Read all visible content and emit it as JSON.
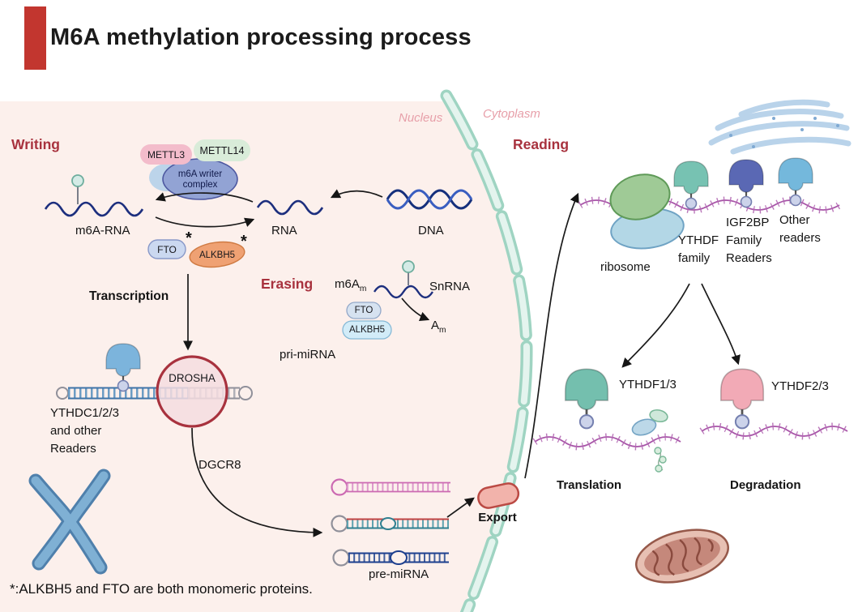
{
  "header": {
    "title": "M6A methylation processing process"
  },
  "regions": {
    "nucleus": "Nucleus",
    "cytoplasm": "Cytoplasm"
  },
  "sections": {
    "writing": "Writing",
    "erasing": "Erasing",
    "reading": "Reading"
  },
  "writing": {
    "mettl3": "METTL3",
    "mettl14": "METTL14",
    "writer_complex_l1": "m6A writer",
    "writer_complex_l2": "complex",
    "m6a_rna": "m6A-RNA",
    "rna": "RNA",
    "dna": "DNA",
    "fto": "FTO",
    "fto_star": "*",
    "alkbh5": "ALKBH5",
    "alkbh5_star": "*",
    "transcription": "Transcription"
  },
  "erasing": {
    "m6am_base": "m6A",
    "m6am_sub": "m",
    "snrna": "SnRNA",
    "fto": "FTO",
    "alkbh5": "ALKBH5",
    "am_base": "A",
    "am_sub": "m"
  },
  "mirna": {
    "pri_mirna": "pri-miRNA",
    "drosha": "DROSHA",
    "ythdc_l1": "YTHDC1/2/3",
    "ythdc_l2": "and other",
    "ythdc_l3": "Readers",
    "dgcr8": "DGCR8",
    "pre_mirna": "pre-miRNA",
    "export": "Export"
  },
  "reading": {
    "ribosome": "ribosome",
    "ythdf_family_l1": "YTHDF",
    "ythdf_family_l2": "family",
    "igf2bp_l1": "IGF2BP",
    "igf2bp_l2": "Family",
    "igf2bp_l3": "Readers",
    "other_l1": "Other",
    "other_l2": "readers",
    "ythdf13": "YTHDF1/3",
    "ythdf23": "YTHDF2/3",
    "translation": "Translation",
    "degradation": "Degradation"
  },
  "footnote": "*:ALKBH5 and FTO are both monomeric proteins.",
  "colors": {
    "accent_red": "#c2362f",
    "section_red": "#a8323e",
    "region_pink": "#e79fa9",
    "nucleus_fill": "#fcf0ec",
    "membrane_teal": "#9fd4c2",
    "rna_navy": "#1d2f7e",
    "mrna_purple": "#a855a8"
  }
}
